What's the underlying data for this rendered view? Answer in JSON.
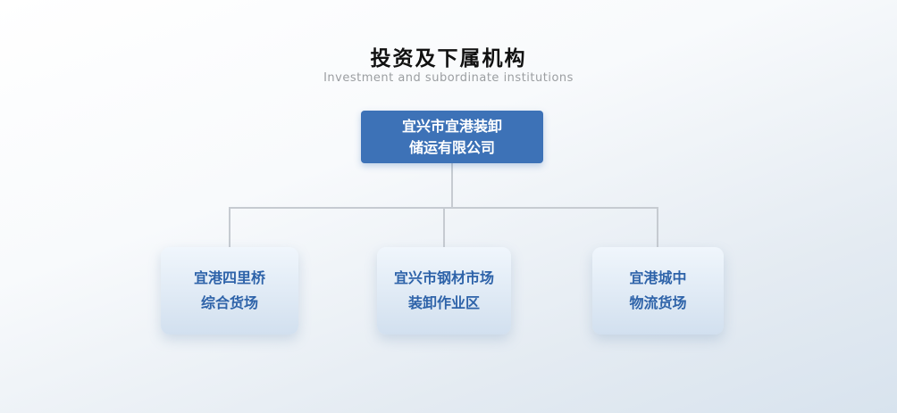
{
  "header": {
    "title": "投资及下属机构",
    "subtitle": "Investment and subordinate institutions"
  },
  "org_chart": {
    "root": {
      "line1": "宜兴市宜港装卸",
      "line2": "储运有限公司"
    },
    "children": [
      {
        "line1": "宜港四里桥",
        "line2": "综合货场"
      },
      {
        "line1": "宜兴市钢材市场",
        "line2": "装卸作业区"
      },
      {
        "line1": "宜港城中",
        "line2": "物流货场"
      }
    ]
  },
  "colors": {
    "root_node_bg": "#3d72b7",
    "root_node_text": "#ffffff",
    "child_node_bg_top": "#f0f6fc",
    "child_node_bg_bottom": "#d2e0ef",
    "child_node_text": "#2e63a9",
    "connector_line": "#c6cbd1"
  }
}
